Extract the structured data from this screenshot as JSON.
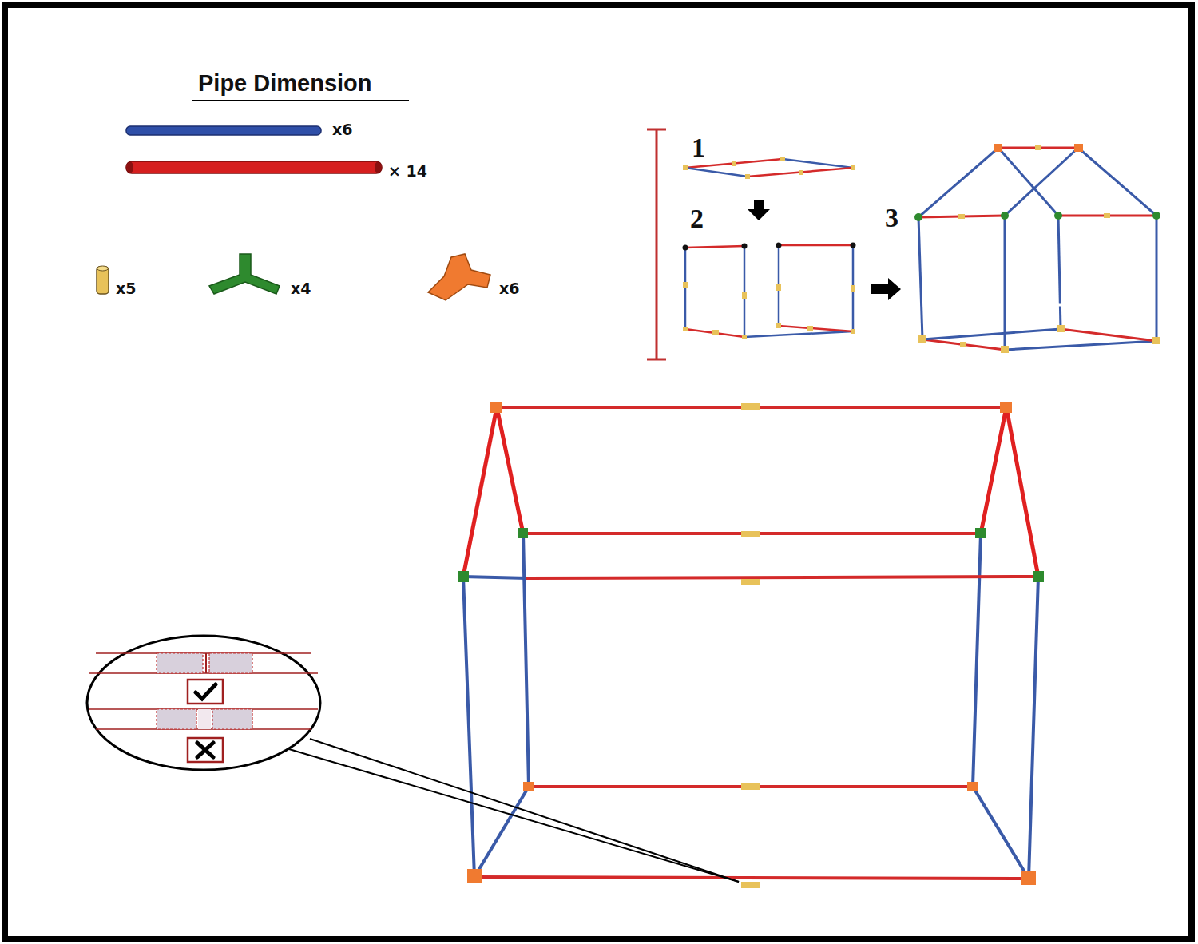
{
  "diagram": {
    "title": "Pipe Dimension",
    "labels": [
      "x6",
      "× 14",
      "x5",
      "x4",
      "x6",
      "1",
      "2",
      "3"
    ]
  }
}
